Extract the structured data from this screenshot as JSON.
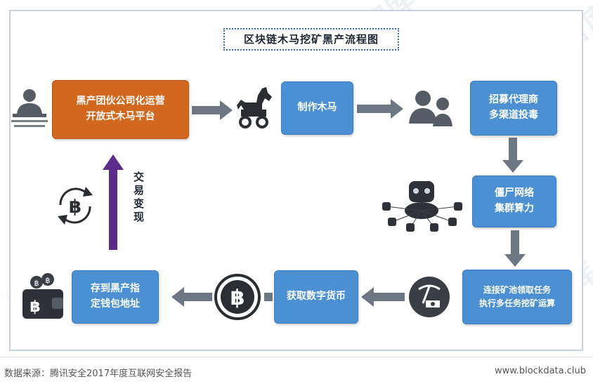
{
  "title": "区块链木马挖矿黑产流程图",
  "nodes": {
    "gang_platform": [
      "黑产团伙公司化运营",
      "开放式木马平台"
    ],
    "make_trojan": [
      "制作木马"
    ],
    "recruit_agents": [
      "招募代理商",
      "多渠道投毒"
    ],
    "botnet": [
      "僵尸网络",
      "集群算力"
    ],
    "connect_pool": [
      "连接矿池领取任务",
      "执行多任务挖矿运算"
    ],
    "obtain_currency": [
      "获取数字货币"
    ],
    "store_wallet": [
      "存到黑产指",
      "定钱包地址"
    ]
  },
  "trade_label": "交易变现",
  "watermarks": [
    "链塔智库",
    "BlockData"
  ],
  "footer": {
    "source": "数据来源：腾讯安全2017年度互联网安全报告",
    "site": "www.blockdata.club"
  },
  "colors": {
    "box_blue": "#4a90d2",
    "box_orange": "#d2671f",
    "arrow_gray": "#6d7783",
    "arrow_purple": "#5b2c8a",
    "title_border": "#3b6fae"
  }
}
